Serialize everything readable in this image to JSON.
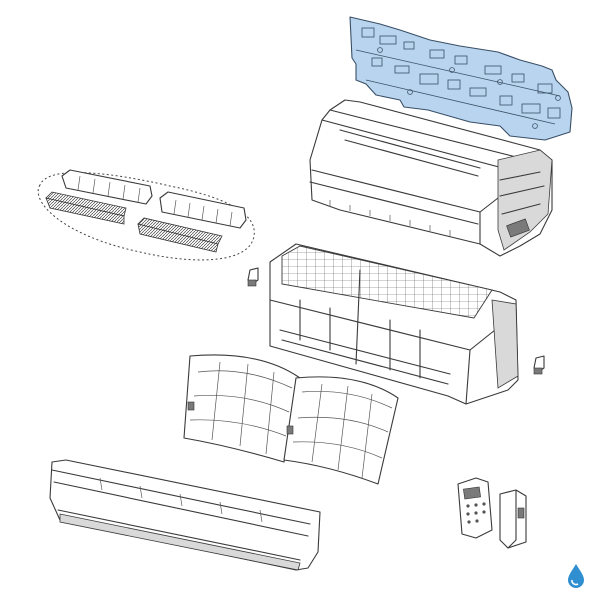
{
  "diagram": {
    "highlight_color": "#b8d4ee",
    "highlight_stroke": "#3a4f66",
    "line_color": "#3a3a3a",
    "logo_color": "#2f8fd0",
    "parts": [
      {
        "name": "mounting-plate",
        "highlighted": true
      },
      {
        "name": "indoor-unit-chassis",
        "highlighted": false
      },
      {
        "name": "filter-set",
        "highlighted": false
      },
      {
        "name": "heat-exchanger-frame",
        "highlighted": false
      },
      {
        "name": "air-filter-pair",
        "highlighted": false
      },
      {
        "name": "front-panel",
        "highlighted": false
      },
      {
        "name": "remote-control",
        "highlighted": false
      },
      {
        "name": "remote-holder",
        "highlighted": false
      }
    ],
    "logo": {
      "icon": "water-drop-logo-icon"
    }
  }
}
